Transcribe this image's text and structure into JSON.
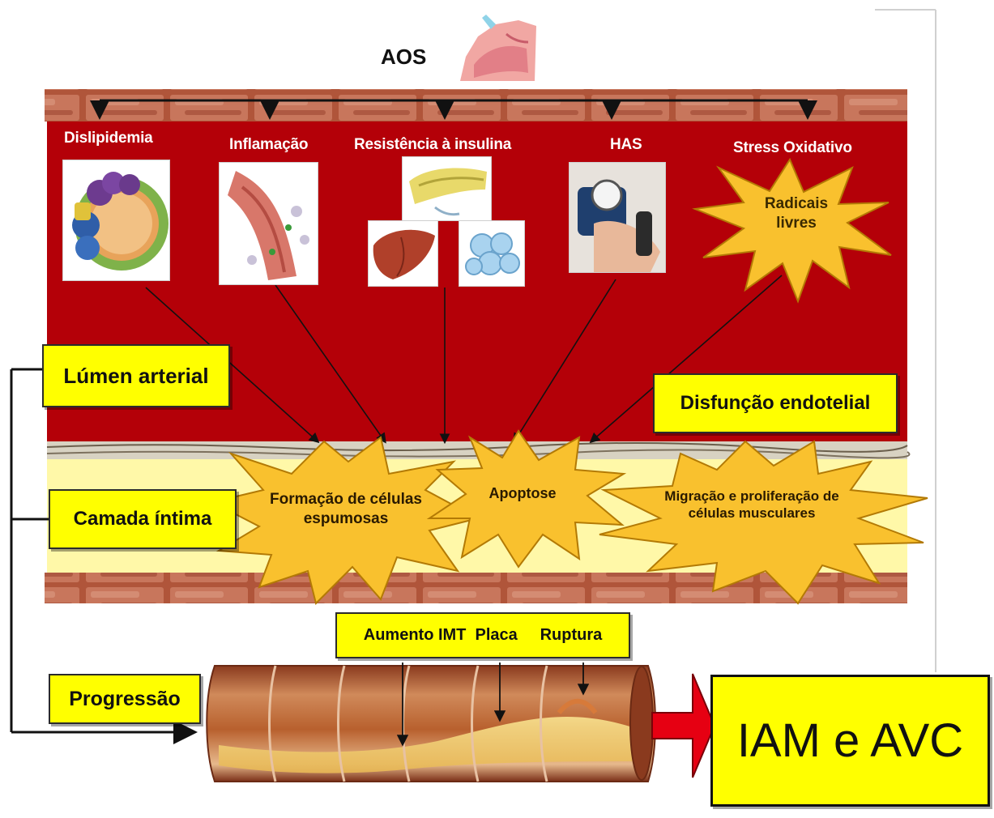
{
  "top": {
    "title": "AOS"
  },
  "factors": [
    {
      "label": "Dislipidemia",
      "icon": "lipoprotein-illustration"
    },
    {
      "label": "Inflamação",
      "icon": "inflamed-vessel-illustration"
    },
    {
      "label": "Resistência à insulina",
      "icon": "pancreas-liver-fat-illustration"
    },
    {
      "label": "HAS",
      "icon": "blood-pressure-cuff-photo"
    },
    {
      "label": "Stress Oxidativo",
      "icon": "oxidative-star"
    }
  ],
  "radicals": "Radicais livres",
  "lumen": "Lúmen arterial",
  "endothelial": "Disfunção endotelial",
  "intima": "Camada íntima",
  "processes": {
    "foam_cells": "Formação de células espumosas",
    "apoptosis": "Apoptose",
    "migration": "Migração e proliferação de células musculares"
  },
  "progression": {
    "label": "Progressão",
    "stages": "Aumento IMT  Placa     Ruptura"
  },
  "outcome": "IAM e AVC",
  "colors": {
    "lumen_red": "#b40008",
    "intima_yellow": "#fff8a8",
    "label_yellow": "#ffff00",
    "star_fill": "#f9c12e",
    "arrow_red": "#e60012",
    "brick": "#b0553a"
  }
}
